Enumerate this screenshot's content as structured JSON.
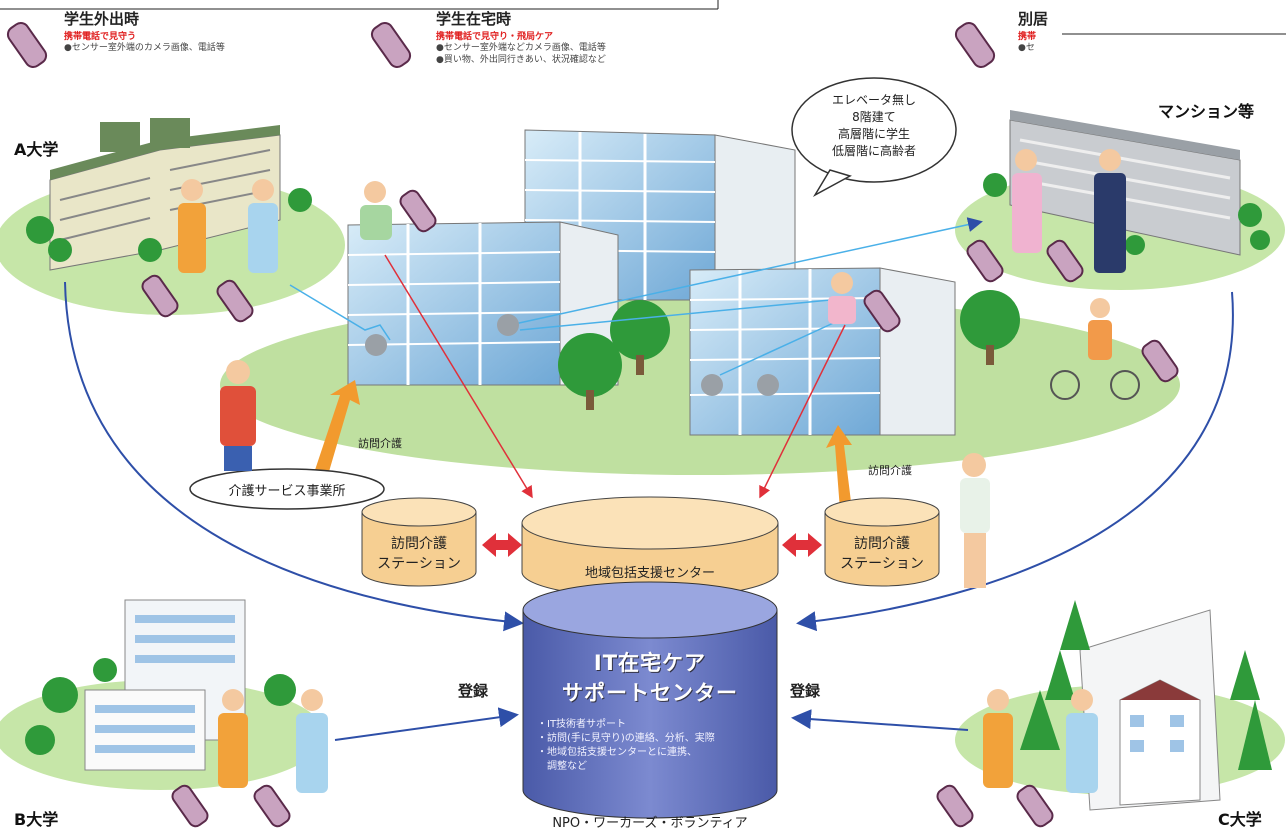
{
  "header": {
    "out": {
      "title": "学生外出時",
      "sub": "携帯電話で見守う",
      "bullets": [
        "●センサー室外端のカメラ画像、電話等"
      ]
    },
    "home": {
      "title": "学生在宅時",
      "sub": "携帯電話で見守り・飛局ケア",
      "bullets": [
        "●センサー室外端などカメラ画像、電話等",
        "●買い物、外出同行きあい、状況確認など"
      ]
    },
    "away": {
      "title": "別居",
      "sub": "携帯",
      "bullets": [
        "●セ"
      ]
    }
  },
  "speech_bubble": {
    "lines": [
      "エレベータ無し",
      "8階建て",
      "高層階に学生",
      "低層階に高齢者"
    ]
  },
  "places": {
    "univ_a": "A大学",
    "univ_b": "B大学",
    "univ_c": "C大学",
    "mansion": "マンション等"
  },
  "care_office": "介護サービス事業所",
  "visit_care_left": "訪問介護",
  "visit_care_right": "訪問介護",
  "station_left": [
    "訪問介護",
    "ステーション"
  ],
  "station_right": [
    "訪問介護",
    "ステーション"
  ],
  "community_center": "地域包括支援センター",
  "support_center": {
    "title": [
      "IT在宅ケア",
      "サポートセンター"
    ],
    "lines": [
      "・IT技術者サポート",
      "・訪問(手に見守り)の連絡、分析、実際",
      "・地域包括支援センターとに連携、",
      "　調整など"
    ]
  },
  "register_left": "登録",
  "register_right": "登録",
  "footer": "NPO・ワーカーズ・ボランティア"
}
